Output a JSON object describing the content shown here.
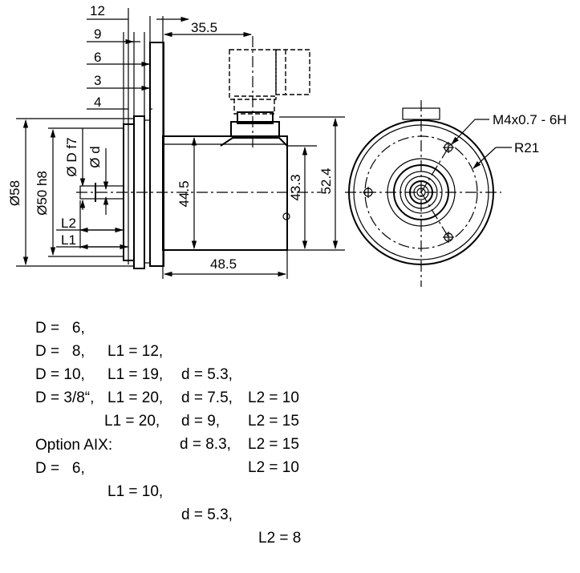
{
  "dimensions": {
    "h12": "12",
    "h9": "9",
    "h6": "6",
    "h3": "3",
    "h4": "4",
    "len_35_5": "35.5",
    "len_48_5": "48.5",
    "dia_58": "Ø58",
    "dia_50": "Ø50 h8",
    "dia_D": "Ø D f7",
    "dia_d": "Ø d",
    "h44_5": "44.5",
    "h43_3": "43.3",
    "h52_4": "52.4",
    "L2": "L2",
    "L1": "L1",
    "thread": "M4x0.7 - 6H",
    "radius": "R21"
  },
  "specs": {
    "rows": [
      [
        "D =   6,",
        "L1 = 12,",
        "d = 5.3,",
        "L2 = 10"
      ],
      [
        "D =   8,",
        "L1 = 19,",
        "d = 7.5,",
        "L2 = 15"
      ],
      [
        "D = 10,",
        "L1 = 20,",
        "d = 9,",
        "L2 = 15"
      ],
      [
        "D = 3/8“,",
        "L1 = 20,",
        "d = 8.3,",
        "L2 = 10"
      ]
    ],
    "option_title": "Option AIX:",
    "option_row": [
      "D =   6,",
      "L1 = 10,",
      "d = 5.3,",
      "L2 = 8"
    ]
  }
}
